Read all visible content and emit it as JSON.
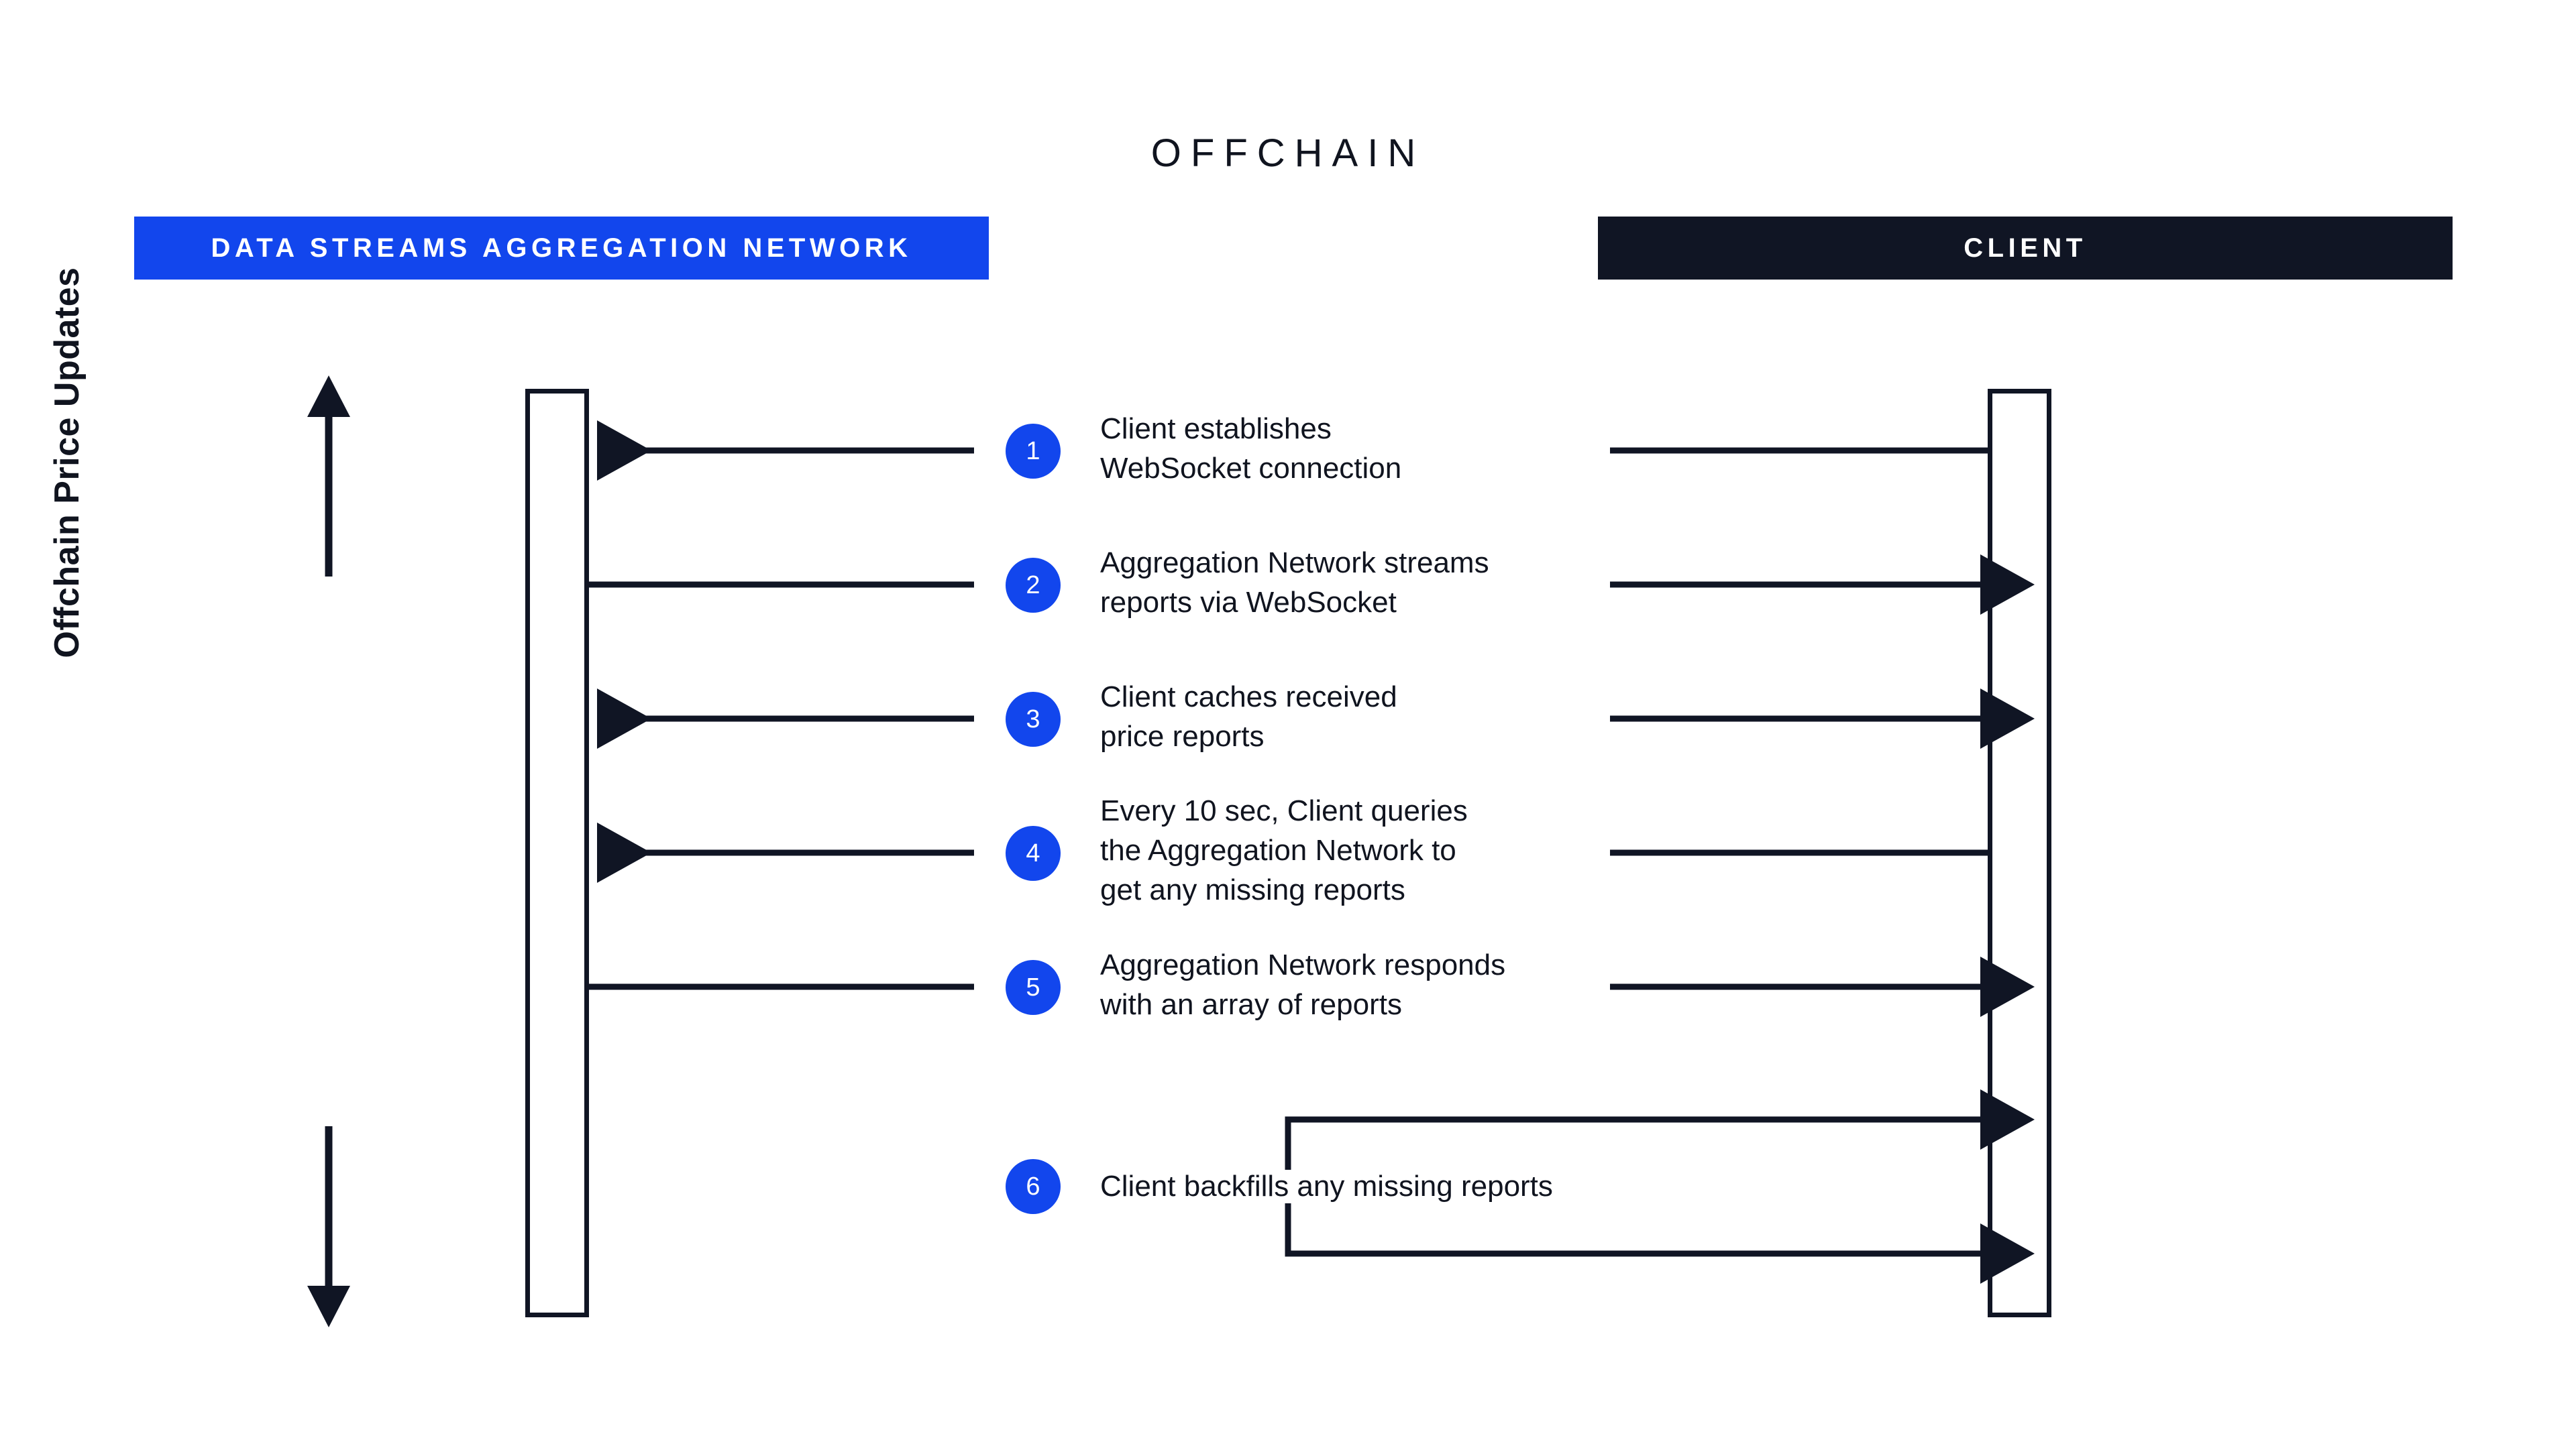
{
  "diagram": {
    "title": "OFFCHAIN",
    "range_label": "Offchain Price Updates",
    "colors": {
      "accent_blue": "#1246ED",
      "dark": "#101524",
      "white": "#FFFFFF"
    }
  },
  "participants": [
    {
      "id": "network",
      "label": "DATA STREAMS AGGREGATION NETWORK",
      "bar_color": "#1246ED"
    },
    {
      "id": "client",
      "label": "CLIENT",
      "bar_color": "#101524"
    }
  ],
  "steps": [
    {
      "num": "1",
      "text": "Client establishes\nWebSocket connection",
      "direction": "client-to-network"
    },
    {
      "num": "2",
      "text": "Aggregation Network streams\nreports via WebSocket",
      "direction": "network-to-client"
    },
    {
      "num": "3",
      "text": "Client caches received\nprice reports",
      "direction": "client-to-network"
    },
    {
      "num": "4",
      "text": "Every 10 sec, Client queries\nthe Aggregation Network to\nget any missing reports",
      "direction": "client-to-network"
    },
    {
      "num": "5",
      "text": "Aggregation Network responds\nwith an array of reports",
      "direction": "network-to-client"
    },
    {
      "num": "6",
      "text": "Client backfills any missing reports",
      "direction": "client-self-loop"
    }
  ]
}
